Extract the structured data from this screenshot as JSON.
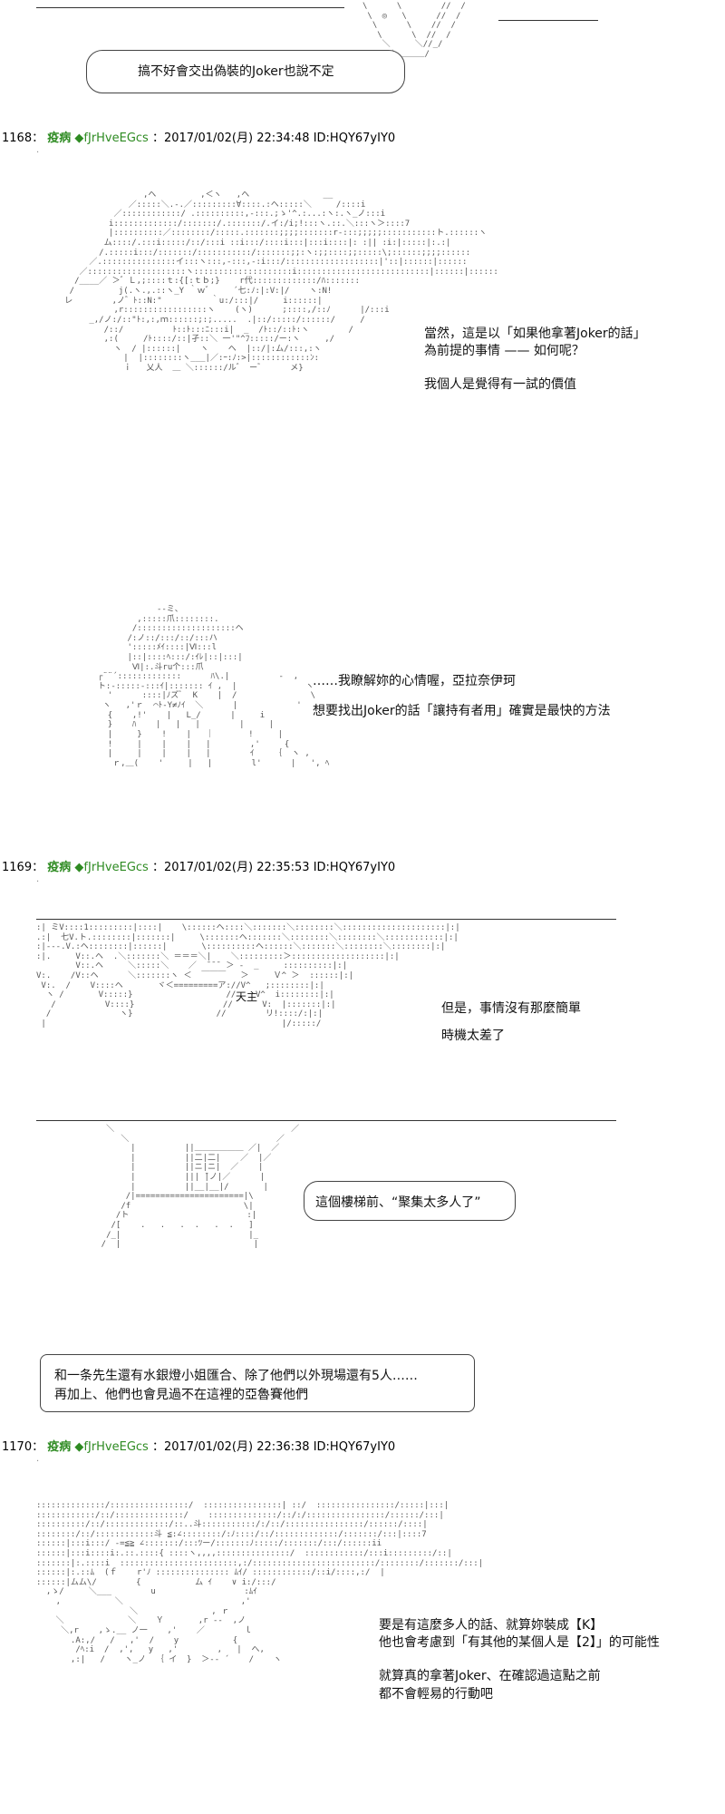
{
  "panel1": {
    "bubble_text": "搞不好會交出偽裝的Joker也說不定"
  },
  "post1168": {
    "number": "1168",
    "sep": "：",
    "name": "疫病",
    "trip": "◆fJrHveEGcs",
    "datetime": "：2017/01/02(月) 22:34:48 ID:HQY67yIY0",
    "lines_a": [
      "當然，這是以「如果他拿著Joker的話」",
      "為前提的事情 —— 如何呢？",
      "我個人是覺得有一試的價值"
    ],
    "lines_b": [
      "……我瞭解妳的心情喔，亞拉奈伊珂",
      "想要找出Joker的話「讓持有者用」確實是最快的方法"
    ]
  },
  "post1169": {
    "number": "1169",
    "sep": "：",
    "name": "疫病",
    "trip": "◆fJrHveEGcs",
    "datetime": "：2017/01/02(月) 22:35:53 ID:HQY67yIY0",
    "lines_a": [
      "但是，事情沒有那麼簡單",
      "時機太差了"
    ],
    "label_aa": "天主",
    "bubble_text": "這個樓梯前、“聚集太多人了”",
    "box_lines": [
      "和一条先生還有水銀燈小姐匯合、除了他們以外現場還有5人……",
      "再加上、他們也會見過不在這裡的亞魯賽他們"
    ]
  },
  "post1170": {
    "number": "1170",
    "sep": "：",
    "name": "疫病",
    "trip": "◆fJrHveEGcs",
    "datetime": "：2017/01/02(月) 22:36:38 ID:HQY67yIY0",
    "lines_a": [
      "要是有這麼多人的話、就算妳裝成【K】",
      "他也會考慮到「有其他的某個人是【2】」的可能性"
    ],
    "lines_b": [
      "就算真的拿著Joker、在確認過這點之前",
      "都不會輕易的行動吧"
    ]
  }
}
